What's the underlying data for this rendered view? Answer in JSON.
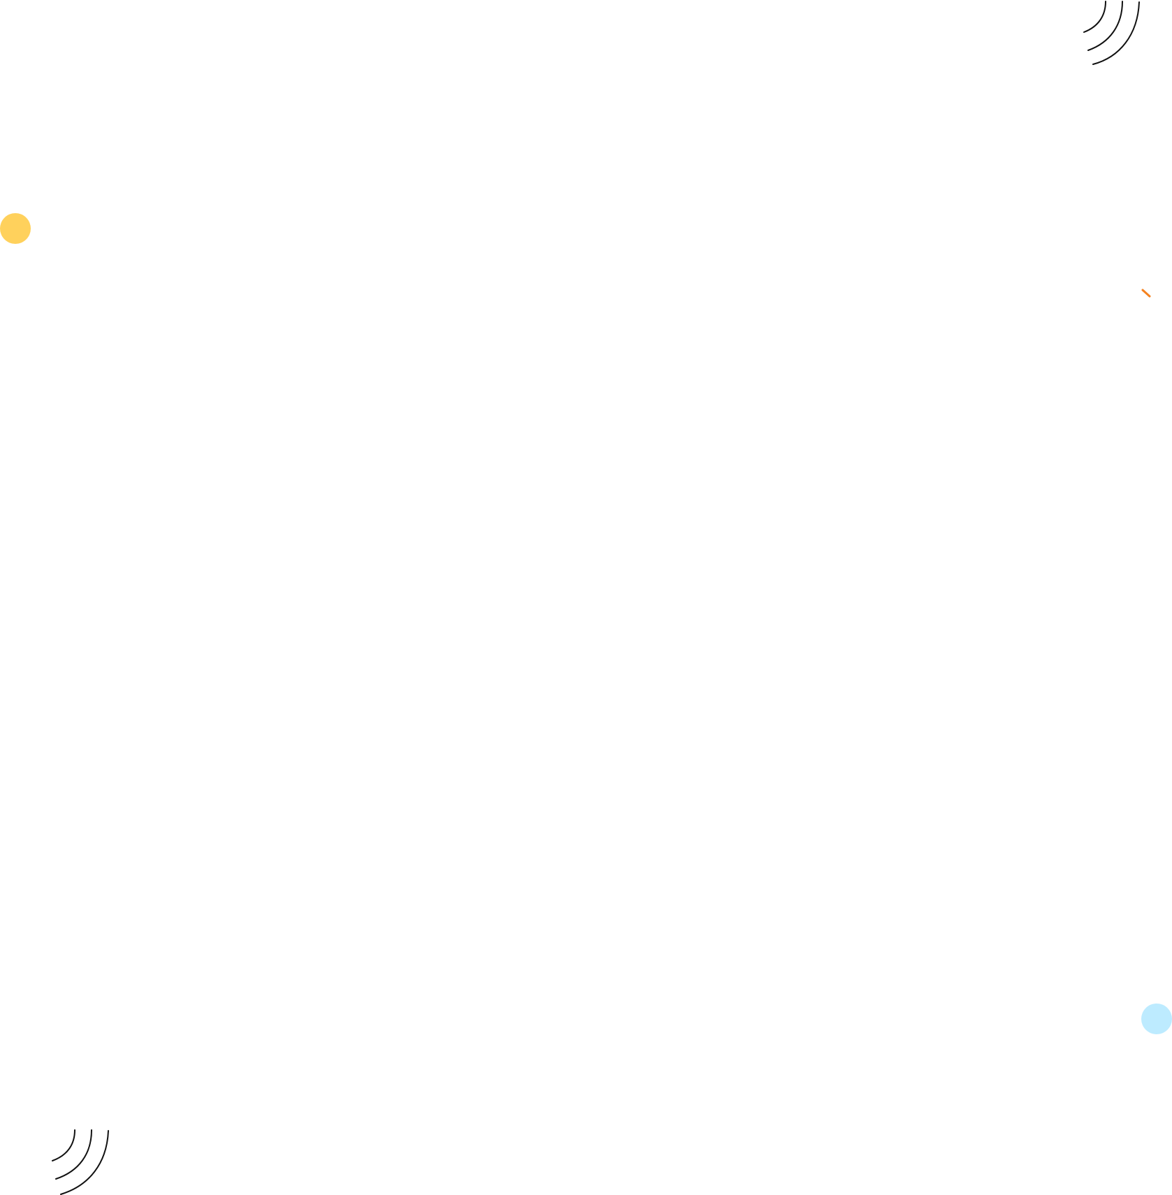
{
  "decorations": {
    "yellow_dot": {
      "icon": "circle-dot",
      "color": "#FFD15C"
    },
    "blue_dot": {
      "icon": "circle-dot",
      "color": "#BDEBFF"
    },
    "orange_dash": {
      "icon": "short-dash",
      "color": "#F5821F"
    },
    "arcs_top_right": {
      "icon": "concentric-arcs",
      "color": "#111111"
    },
    "arcs_bottom_left": {
      "icon": "concentric-arcs",
      "color": "#111111"
    }
  }
}
